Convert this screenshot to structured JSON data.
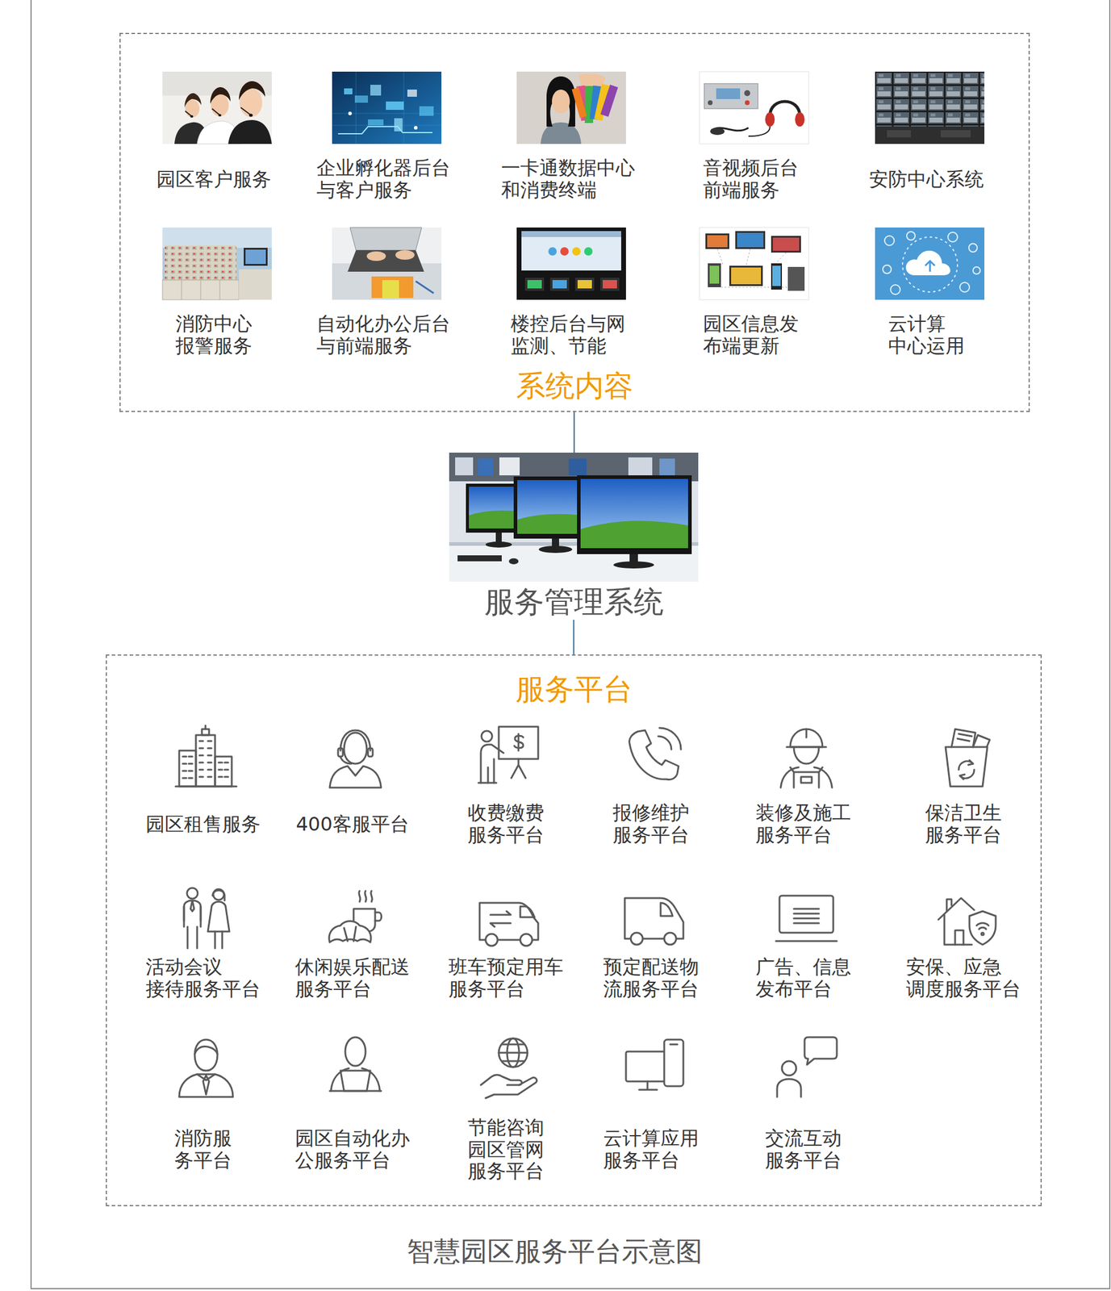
{
  "diagram": {
    "caption": "智慧园区服务平台示意图",
    "nodes": [
      {
        "text": [
          "系统内容"
        ]
      },
      {
        "text": [
          "园区客户服务"
        ],
        "in": 0
      },
      {
        "text": [
          "企业孵化器后台 与客户服务"
        ],
        "in": 0
      },
      {
        "text": [
          "一卡通数据中心 和消费终端"
        ],
        "in": 0
      },
      {
        "text": [
          "音视频后台 前端服务"
        ],
        "in": 0
      },
      {
        "text": [
          "安防中心系统"
        ],
        "in": 0
      },
      {
        "text": [
          "消防中心 报警服务"
        ],
        "in": 0
      },
      {
        "text": [
          "自动化办公后台 与前端服务"
        ],
        "in": 0
      },
      {
        "text": [
          "楼控后台与网 监测、节能"
        ],
        "in": 0
      },
      {
        "text": [
          "园区信息发 布端更新"
        ],
        "in": 0
      },
      {
        "text": [
          "云计算 中心运用"
        ],
        "in": 0
      },
      {
        "text": [
          "服务管理系统"
        ]
      },
      {
        "text": [
          "服务平台"
        ]
      },
      {
        "text": [
          "园区租售服务"
        ],
        "in": 12
      },
      {
        "text": [
          "400客服平台"
        ],
        "in": 12
      },
      {
        "text": [
          "收费缴费 服务平台"
        ],
        "in": 12
      },
      {
        "text": [
          "报修维护 服务平台"
        ],
        "in": 12
      },
      {
        "text": [
          "装修及施工 服务平台"
        ],
        "in": 12
      },
      {
        "text": [
          "保洁卫生 服务平台"
        ],
        "in": 12
      },
      {
        "text": [
          "活动会议 接待服务平台"
        ],
        "in": 12
      },
      {
        "text": [
          "休闲娱乐配送 服务平台"
        ],
        "in": 12
      },
      {
        "text": [
          "班车预定用车 服务平台"
        ],
        "in": 12
      },
      {
        "text": [
          "预定配送物 流服务平台"
        ],
        "in": 12
      },
      {
        "text": [
          "广告、信息 发布平台"
        ],
        "in": 12
      },
      {
        "text": [
          "安保、应急 调度服务平台"
        ],
        "in": 12
      },
      {
        "text": [
          "消防服 务平台"
        ],
        "in": 12
      },
      {
        "text": [
          "园区自动化办 公服务平台"
        ],
        "in": 12
      },
      {
        "text": [
          "节能咨询 园区管网 服务平台"
        ],
        "in": 12
      },
      {
        "text": [
          "云计算应用 服务平台"
        ],
        "in": 12
      },
      {
        "text": [
          "交流互动 服务平台"
        ],
        "in": 12
      }
    ],
    "edges": [
      {
        "from": 0,
        "to": 11,
        "arrow": "none"
      },
      {
        "from": 11,
        "to": 12,
        "arrow": "none"
      }
    ]
  }
}
